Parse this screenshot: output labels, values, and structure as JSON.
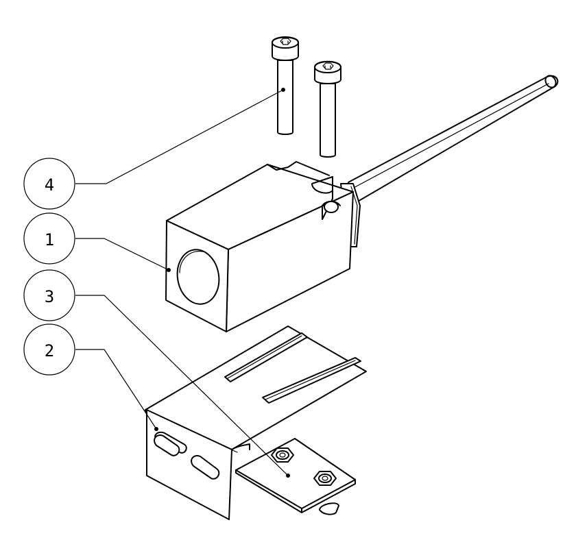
{
  "balloons": [
    {
      "id": "balloon-4",
      "label": "4"
    },
    {
      "id": "balloon-1",
      "label": "1"
    },
    {
      "id": "balloon-3",
      "label": "3"
    },
    {
      "id": "balloon-2",
      "label": "2"
    }
  ]
}
